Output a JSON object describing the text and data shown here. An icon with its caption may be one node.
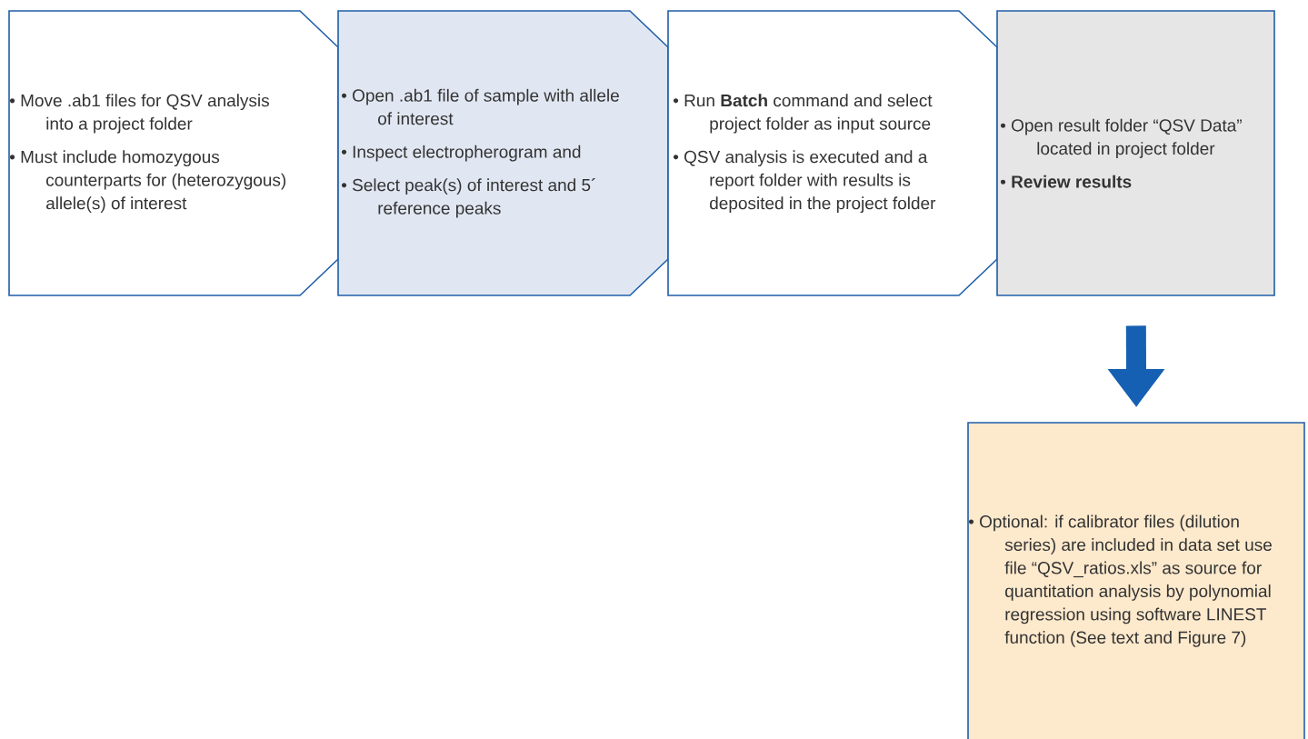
{
  "diagram": {
    "nodes": [
      {
        "text": [
          "• Move .ab1 files for QSV analysis into a project folder",
          "• Must include homozygous counterparts for (heterozygous) allele(s) of interest"
        ]
      },
      {
        "text": [
          "• Open .ab1 file of sample with allele of interest",
          "• Inspect electropherogram and",
          "• Select peak(s) of interest and 5´ reference peaks"
        ]
      },
      {
        "text": [
          "• Run **Batch** command and select project folder as input source",
          "• QSV analysis is executed and a report folder with results is deposited in the project folder"
        ]
      },
      {
        "text": [
          "• Open result folder “QSV Data” located in project folder",
          "• **Review results**"
        ]
      },
      {
        "text": [
          "• Optional: if calibrator files (dilution series) are included in data set use file “QSV_ratios.xls” as source for quantitation analysis by polynomial regression using software LINEST function (See text and Figure 7)"
        ]
      }
    ],
    "edges": [
      {
        "from": 3,
        "to": 4,
        "arrow": "to"
      }
    ]
  }
}
